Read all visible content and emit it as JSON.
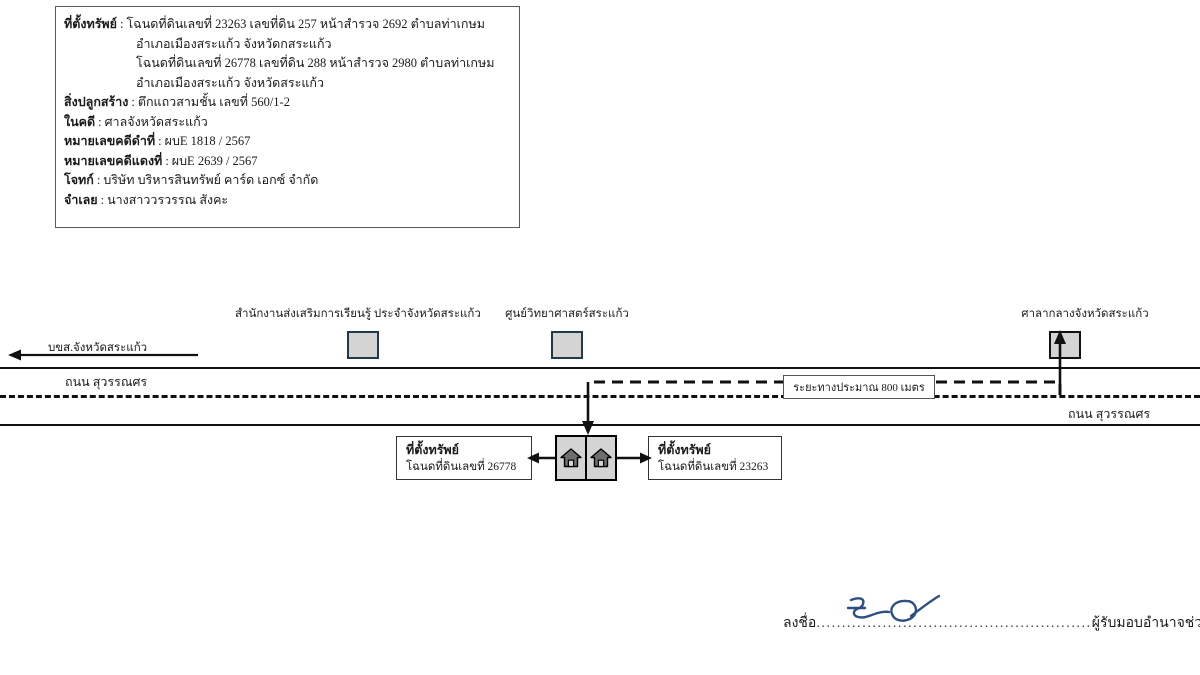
{
  "info_box": {
    "rows": [
      {
        "label": "ที่ตั้งทรัพย์",
        "sep": ":",
        "value": "โฉนดที่ดินเลขที่ 23263 เลขที่ดิน 257 หน้าสำรวจ 2692 ตำบลท่าเกษม"
      },
      {
        "label": "สิ่งปลูกสร้าง",
        "sep": ":",
        "value": "ตึกแถวสามชั้น  เลขที่ 560/1-2"
      },
      {
        "label": "ในคดี",
        "sep": ":",
        "value": "ศาลจังหวัดสระแก้ว"
      },
      {
        "label": "หมายเลขคดีดำที่",
        "sep": ":",
        "value": "ผบE 1818 / 2567"
      },
      {
        "label": "หมายเลขคดีแดงที่",
        "sep": ":",
        "value": "ผบE 2639 / 2567"
      },
      {
        "label": "โจทก์",
        "sep": ":",
        "value": "บริษัท บริหารสินทรัพย์ คาร์ด เอกซ์ จำกัด"
      },
      {
        "label": "จำเลย",
        "sep": ":",
        "value": "นางสาววรวรรณ สังคะ"
      }
    ],
    "continuations": [
      "อำเภอเมืองสระแก้ว จังหวัดกสระแก้ว",
      "โฉนดที่ดินเลขที่ 26778 เลขที่ดิน 288 หน้าสำรวจ 2980 ตำบลท่าเกษม",
      "อำเภอเมืองสระแก้ว จังหวัดสระแก้ว"
    ]
  },
  "map": {
    "poi_left": {
      "label": "สำนักงานส่งเสริมการเรียนรู้ ประจำจังหวัดสระแก้ว",
      "icon": "building-square-icon"
    },
    "poi_center": {
      "label": "ศูนย์วิทยาศาสตร์สระแก้ว",
      "icon": "building-square-icon"
    },
    "poi_right": {
      "label": "ศาลากลางจังหวัดสระแก้ว",
      "icon": "building-square-icon"
    },
    "direction_left": {
      "label": "บขส.จังหวัดสระแก้ว",
      "icon": "arrow-left-icon"
    },
    "road_upper_name": "ถนน สุวรรณศร",
    "road_lower_name": "ถนน สุวรรณศร",
    "distance_callout": "ระยะทางประมาณ 800 เมตร"
  },
  "properties": {
    "left": {
      "title": "ที่ตั้งทรัพย์",
      "subtitle": "โฉนดที่ดินเลขที่ 26778"
    },
    "right": {
      "title": "ที่ตั้งทรัพย์",
      "subtitle": "โฉนดที่ดินเลขที่ 23263"
    },
    "marker_icon": "house-icon"
  },
  "signature": {
    "prefix": "ลงชื่อ",
    "dots": "......................................................",
    "suffix": "ผู้รับมอบอำนาจช่วงโจทก์",
    "ink_color": "#2f4f82"
  }
}
